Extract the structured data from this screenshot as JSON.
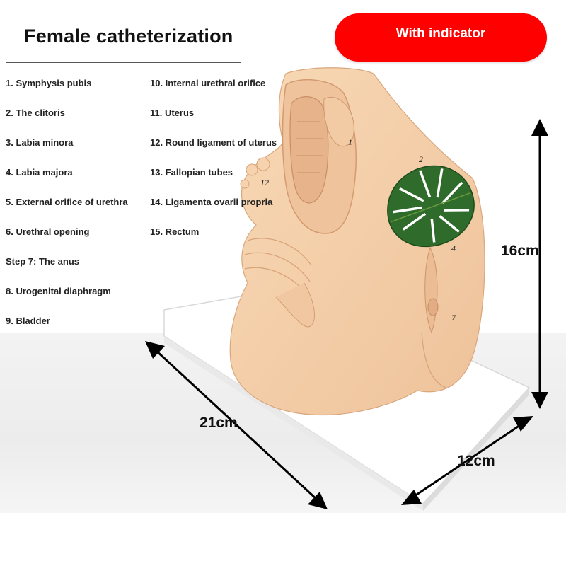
{
  "title": "Female catheterization",
  "badge": "With indicator",
  "parts_left": [
    "1. Symphysis pubis",
    "2. The clitoris",
    "3. Labia minora",
    "4. Labia majora",
    "5. External orifice of urethra",
    "6. Urethral opening",
    "Step 7: The anus",
    "8. Urogenital diaphragm",
    "9. Bladder"
  ],
  "parts_right": [
    "10. Internal urethral orifice",
    "11. Uterus",
    "12. Round ligament of uterus",
    "13. Fallopian tubes",
    "14. Ligamenta ovarii propria",
    "15. Rectum"
  ],
  "model_labels": [
    "1",
    "2",
    "4",
    "7",
    "12"
  ],
  "dimensions": {
    "height": "16cm",
    "width": "21cm",
    "depth": "12cm"
  },
  "colors": {
    "badge": "#ff0000",
    "model_skin": "#f4cfa6",
    "base": "#ffffff",
    "leaf": "#2e6b2c"
  }
}
